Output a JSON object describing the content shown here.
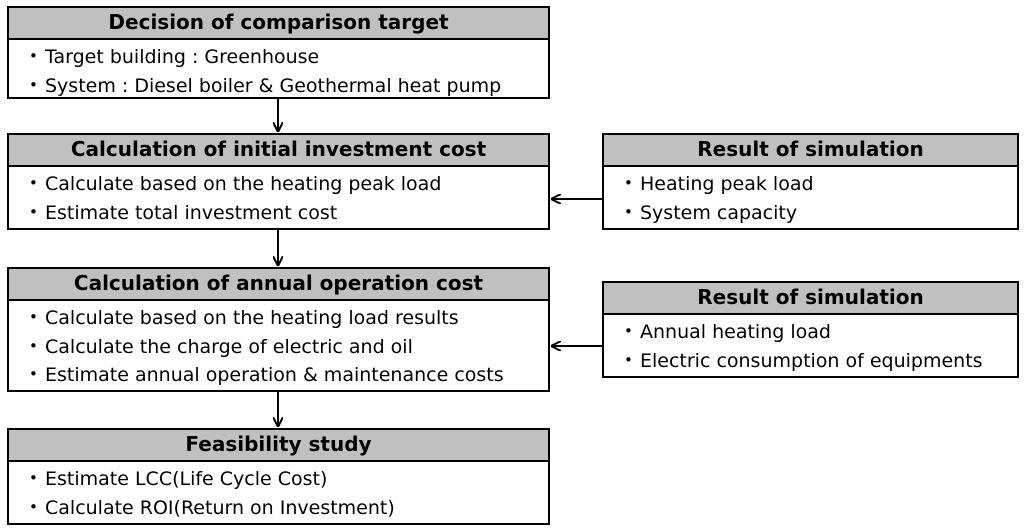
{
  "steps": [
    {
      "title": "Decision of comparison target",
      "items": [
        "Target building : Greenhouse",
        "System : Diesel boiler & Geothermal heat pump"
      ]
    },
    {
      "title": "Calculation of initial investment cost",
      "items": [
        "Calculate based on the heating peak load",
        "Estimate total investment cost"
      ]
    },
    {
      "title": "Calculation of annual operation cost",
      "items": [
        "Calculate based on the heating load results",
        "Calculate the charge of electric and oil",
        "Estimate annual operation & maintenance costs"
      ]
    },
    {
      "title": "Feasibility study",
      "items": [
        "Estimate LCC(Life Cycle Cost)",
        "Calculate ROI(Return on Investment)"
      ]
    }
  ],
  "inputs": [
    {
      "title": "Result of simulation",
      "items": [
        "Heating peak load",
        "System capacity"
      ]
    },
    {
      "title": "Result of simulation",
      "items": [
        "Annual heating load",
        "Electric consumption of equipments"
      ]
    }
  ]
}
